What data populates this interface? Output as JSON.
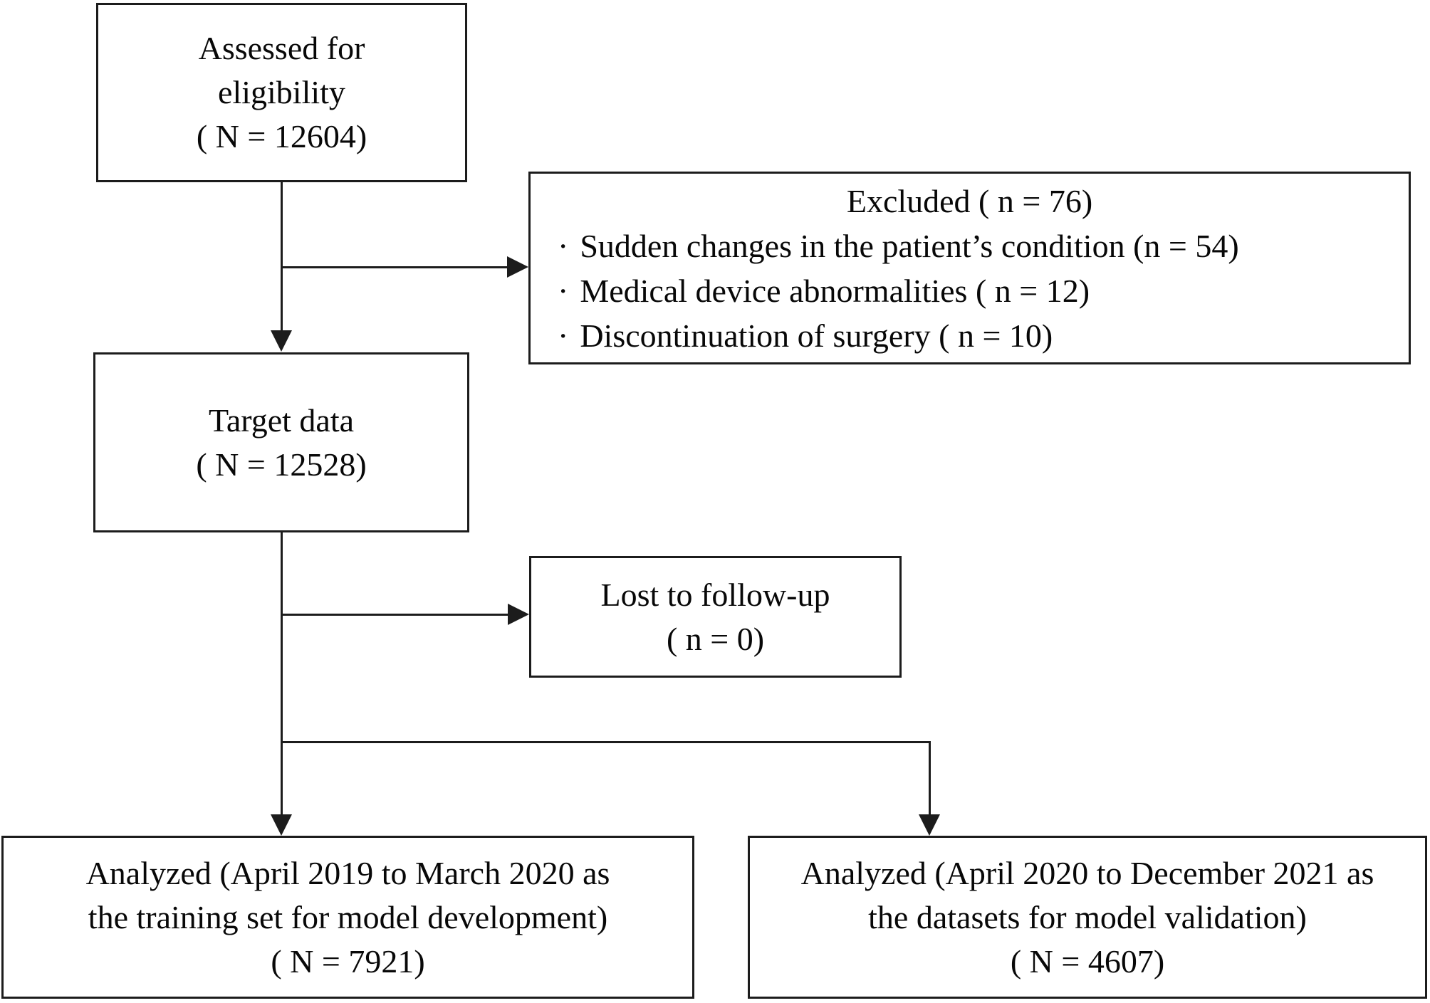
{
  "figure": {
    "type": "flowchart",
    "colors": {
      "line": "#1c1c1c",
      "text": "#080808",
      "background": "#ffffff"
    },
    "boxes": {
      "assessed": {
        "lines": [
          "Assessed for",
          "eligibility",
          "( N = 12604)"
        ]
      },
      "excluded": {
        "title": "Excluded ( n = 76)",
        "bullet": "·",
        "items": [
          "Sudden changes in the patient’s condition (n = 54)",
          "Medical device abnormalities ( n = 12)",
          "Discontinuation of surgery ( n = 10)"
        ]
      },
      "target": {
        "lines": [
          "Target data",
          "( N = 12528)"
        ]
      },
      "lost": {
        "lines": [
          "Lost to follow-up",
          "( n = 0)"
        ]
      },
      "analyzed_training": {
        "lines": [
          "Analyzed (April 2019 to March 2020 as",
          "the training set for model development)",
          "( N = 7921)"
        ]
      },
      "analyzed_validation": {
        "lines": [
          "Analyzed (April 2020 to December 2021 as",
          "the datasets for model validation)",
          "( N = 4607)"
        ]
      }
    }
  }
}
